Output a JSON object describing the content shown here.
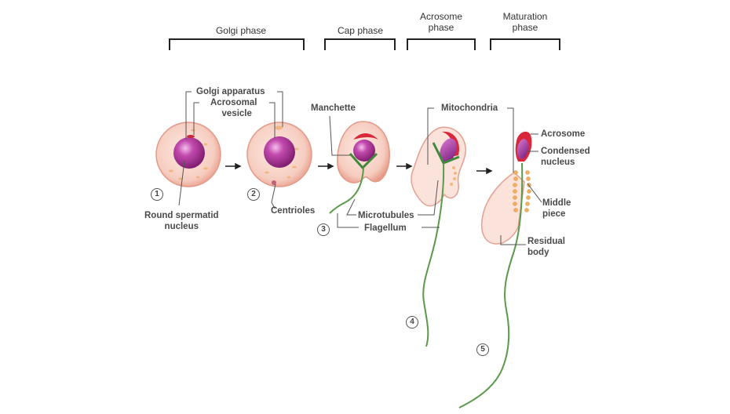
{
  "title": "Spermiogenesis stages",
  "phases": [
    {
      "id": "golgi",
      "label": "Golgi phase"
    },
    {
      "id": "cap",
      "label": "Cap phase"
    },
    {
      "id": "acrosome",
      "label_line1": "Acrosome",
      "label_line2": "phase"
    },
    {
      "id": "maturation",
      "label_line1": "Maturation",
      "label_line2": "phase"
    }
  ],
  "stages": [
    "1",
    "2",
    "3",
    "4",
    "5"
  ],
  "labels": {
    "golgi_apparatus": "Golgi apparatus",
    "acrosomal_vesicle_1": "Acrosomal",
    "acrosomal_vesicle_2": "vesicle",
    "round_nucleus_1": "Round spermatid",
    "round_nucleus_2": "nucleus",
    "centrioles": "Centrioles",
    "manchette": "Manchette",
    "microtubules": "Microtubules",
    "flagellum": "Flagellum",
    "mitochondria": "Mitochondria",
    "acrosome": "Acrosome",
    "condensed_nucleus_1": "Condensed",
    "condensed_nucleus_2": "nucleus",
    "middle_piece_1": "Middle",
    "middle_piece_2": "piece",
    "residual_body_1": "Residual",
    "residual_body_2": "body"
  },
  "colors": {
    "cytoplasm": "#f6cfc4",
    "cytoplasm_edge": "#e8a596",
    "nucleus": "#a0288c",
    "acrosome": "#d8283a",
    "flagellum": "#5a9a4a",
    "mitochondria": "#f0b060",
    "leader": "#555555",
    "bracket": "#222222"
  }
}
